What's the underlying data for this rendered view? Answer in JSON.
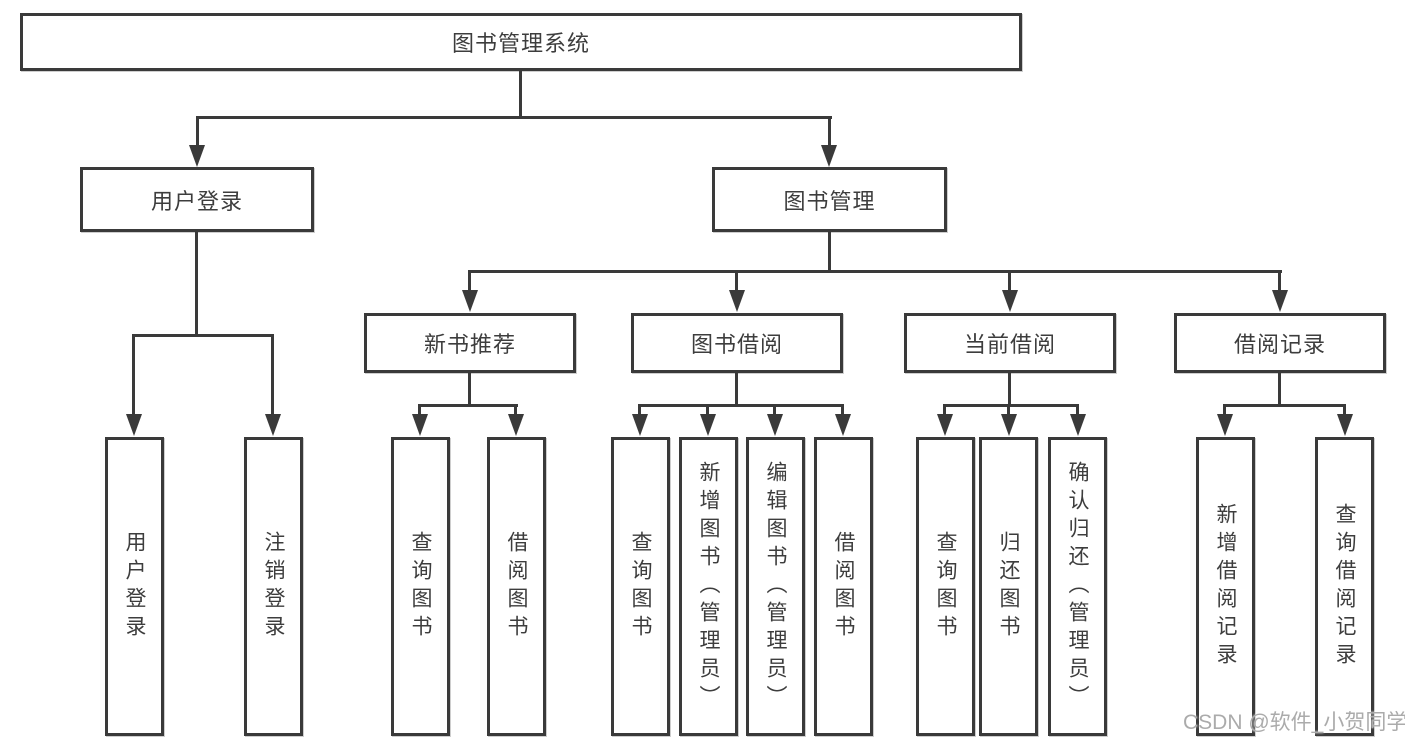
{
  "tree": {
    "label": "图书管理系统",
    "children": [
      {
        "label": "用户登录",
        "children": [
          {
            "label": "用户登录"
          },
          {
            "label": "注销登录"
          }
        ]
      },
      {
        "label": "图书管理",
        "children": [
          {
            "label": "新书推荐",
            "children": [
              {
                "label": "查询图书"
              },
              {
                "label": "借阅图书"
              }
            ]
          },
          {
            "label": "图书借阅",
            "children": [
              {
                "label": "查询图书"
              },
              {
                "label": "新增图书（管理员）"
              },
              {
                "label": "编辑图书（管理员）"
              },
              {
                "label": "借阅图书"
              }
            ]
          },
          {
            "label": "当前借阅",
            "children": [
              {
                "label": "查询图书"
              },
              {
                "label": "归还图书"
              },
              {
                "label": "确认归还（管理员）"
              }
            ]
          },
          {
            "label": "借阅记录",
            "children": [
              {
                "label": "新增借阅记录"
              },
              {
                "label": "查询借阅记录"
              }
            ]
          }
        ]
      }
    ]
  },
  "watermark": "CSDN @软件_小贺同学",
  "colors": {
    "line": "#3a3a3a",
    "text": "#3d3d3d",
    "box_background": "#ffffff",
    "page_background": "#ffffff",
    "watermark": "#ababab"
  }
}
